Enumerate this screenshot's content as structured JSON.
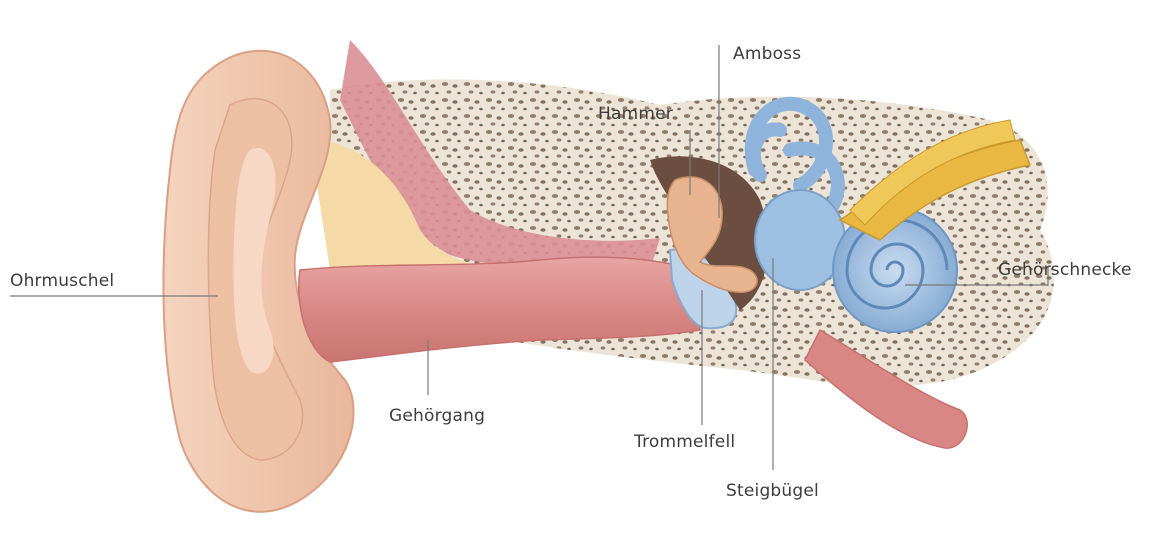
{
  "labels": {
    "amboss": "Amboss",
    "hammer": "Hammer",
    "gehoerschnecke": "Gehörschnecke",
    "ohrmuschel": "Ohrmuschel",
    "gehoergang": "Gehörgang",
    "trommelfell": "Trommelfell",
    "steigbuegel": "Steigbügel"
  },
  "colors": {
    "skin": "#f2c9ae",
    "skin_shadow": "#dba48a",
    "canal": "#d98b8b",
    "bone_fill": "#ece3d6",
    "bone_dots": "#7d6a58",
    "inner_ear": "#8fb4dc",
    "ossicles": "#e8b38f",
    "nerve": "#e8b842",
    "leader_line": "#7a7a7a",
    "text": "#3c3c3c"
  }
}
